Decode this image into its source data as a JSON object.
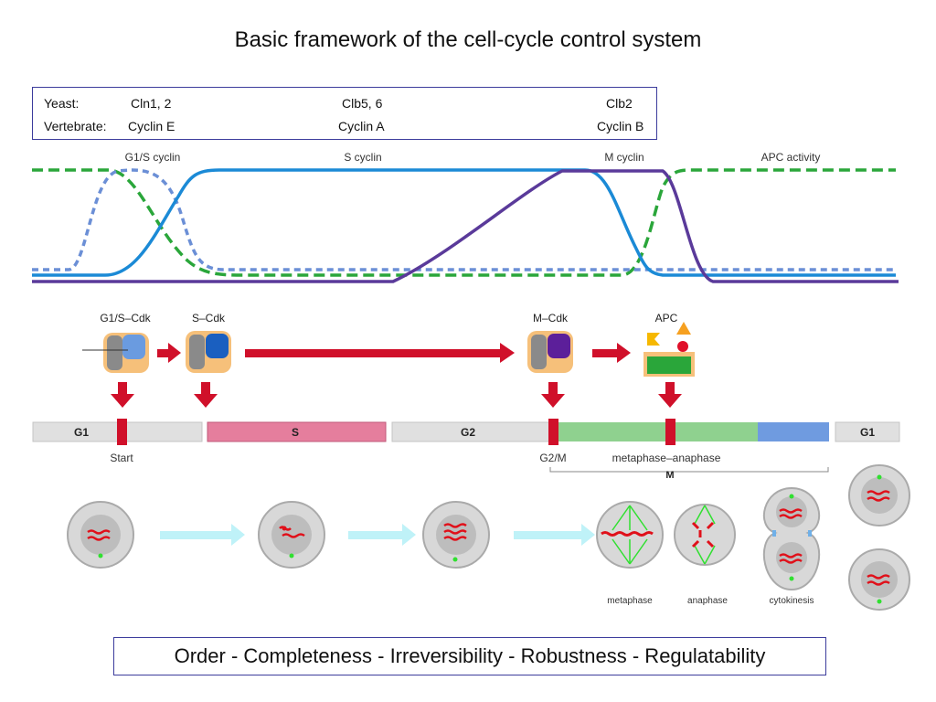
{
  "title": "Basic framework of the cell-cycle control system",
  "cyclin_table": {
    "yeast_label": "Yeast:",
    "vertebrate_label": "Vertebrate:",
    "yeast": [
      "Cln1, 2",
      "Clb5, 6",
      "Clb2"
    ],
    "vertebrate": [
      "Cyclin E",
      "Cyclin A",
      "Cyclin B"
    ]
  },
  "curve_labels": [
    "G1/S cyclin",
    "S cyclin",
    "M cyclin",
    "APC activity"
  ],
  "curve_colors": {
    "g1s_cyclin": "#6b8fd6",
    "s_cyclin": "#1b8ad6",
    "m_cyclin": "#5a3a9a",
    "apc_activity": "#2aa63a"
  },
  "complexes": [
    {
      "name": "G1/S–Cdk",
      "icon": "g1s-cdk-complex-icon"
    },
    {
      "name": "S–Cdk",
      "icon": "s-cdk-complex-icon"
    },
    {
      "name": "M–Cdk",
      "icon": "m-cdk-complex-icon"
    },
    {
      "name": "APC",
      "icon": "apc-complex-icon"
    }
  ],
  "phases": [
    {
      "label": "G1",
      "color": "#e0e0e0"
    },
    {
      "label": "S",
      "color": "#e57e9d"
    },
    {
      "label": "G2",
      "color": "#e0e0e0"
    },
    {
      "label": "",
      "color": "#8fd18f"
    },
    {
      "label": "",
      "color": "#6f9be0"
    },
    {
      "label": "G1",
      "color": "#e0e0e0"
    }
  ],
  "checkpoints": {
    "start": "Start",
    "g2m": "G2/M",
    "meta_ana": "metaphase–anaphase",
    "m_label": "M"
  },
  "stage_labels": [
    "metaphase",
    "anaphase",
    "cytokinesis"
  ],
  "bottom_text": "Order - Completeness - Irreversibility - Robustness - Regulatability"
}
